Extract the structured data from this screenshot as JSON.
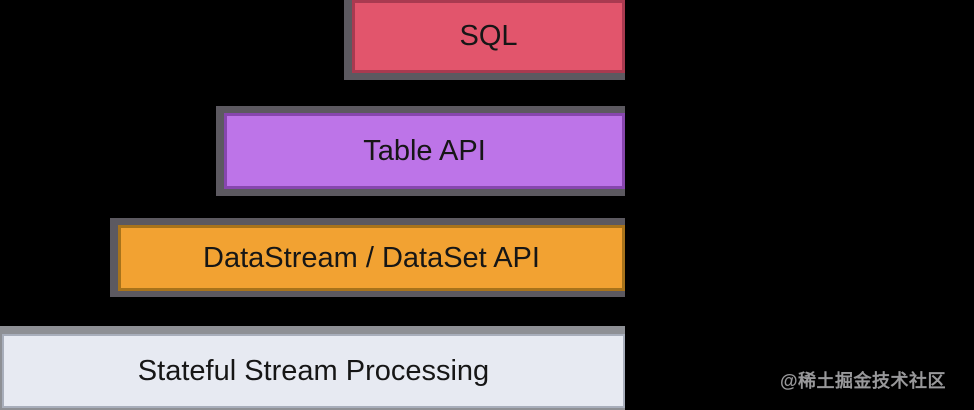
{
  "diagram": {
    "type": "layered-stack",
    "background": "#000000",
    "frame_color": "#5c5960",
    "bottom_frame_color": "#8e9095",
    "layers": [
      {
        "label": "SQL",
        "fill": "#e2556c",
        "border": "#a93a50"
      },
      {
        "label": "Table API",
        "fill": "#bd74e8",
        "border": "#8746ae"
      },
      {
        "label": "DataStream / DataSet API",
        "fill": "#f2a232",
        "border": "#a8731b"
      },
      {
        "label": "Stateful Stream Processing",
        "fill": "#e7eaf2",
        "border": "#a8aebb"
      }
    ]
  },
  "watermark": {
    "text": "@稀土掘金技术社区",
    "color": "#98989a"
  }
}
